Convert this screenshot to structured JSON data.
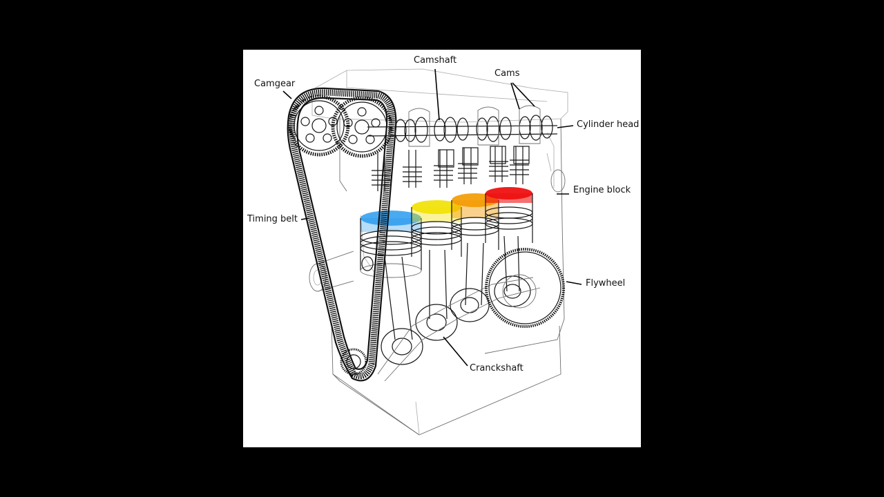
{
  "labels": {
    "camgear": "Camgear",
    "camshaft": "Camshaft",
    "cams": "Cams",
    "cylinder_head": "Cylinder head",
    "engine_block": "Engine block",
    "timing_belt": "Timing belt",
    "flywheel": "Flywheel",
    "crankshaft": "Cranckshaft"
  },
  "colors": {
    "background": "#000000",
    "panel": "#ffffff",
    "cylinder_1": "#2a9bee",
    "cylinder_2": "#f2e100",
    "cylinder_3": "#f39a00",
    "cylinder_4": "#ee1111"
  }
}
